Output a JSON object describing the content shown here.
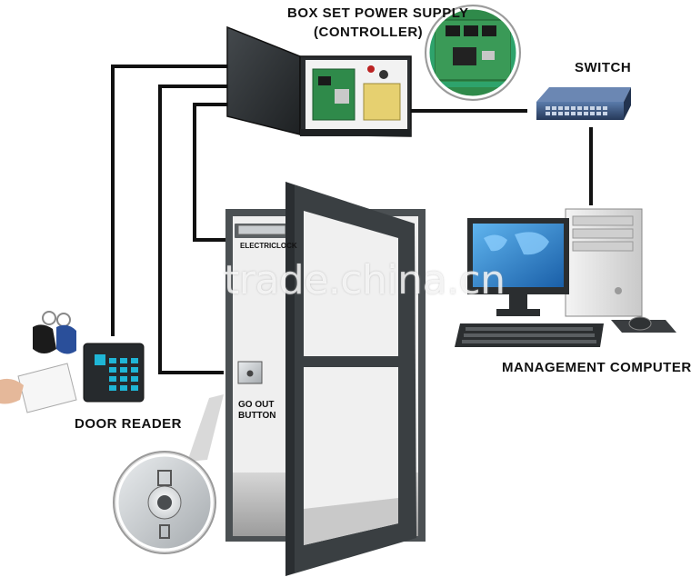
{
  "labels": {
    "controller_line1": "BOX SET POWER SUPPLY",
    "controller_line2": "(CONTROLLER)",
    "switch": "SWITCH",
    "management_computer": "MANAGEMENT COMPUTER",
    "door_reader": "DOOR READER",
    "electric_lock": "ELECTRICLOCK",
    "go_out_line1": "GO OUT",
    "go_out_line2": "BUTTON"
  },
  "watermark": "trade.china.cn",
  "colors": {
    "wire": "#111111",
    "door_frame": "#3a3f42",
    "controller_box": "#2e3235",
    "pcb": "#2f8a4a",
    "switch_body": "#36527a",
    "monitor_screen": "#2a78c2",
    "tag_black": "#1b1b1b",
    "tag_blue": "#2a4f9a",
    "keypad_glow": "#1fb6d6"
  },
  "icons": {
    "controller": "controller-box-icon",
    "switch": "network-switch-icon",
    "computer": "desktop-computer-icon",
    "reader": "keypad-reader-icon",
    "exit_button": "exit-button-icon"
  }
}
